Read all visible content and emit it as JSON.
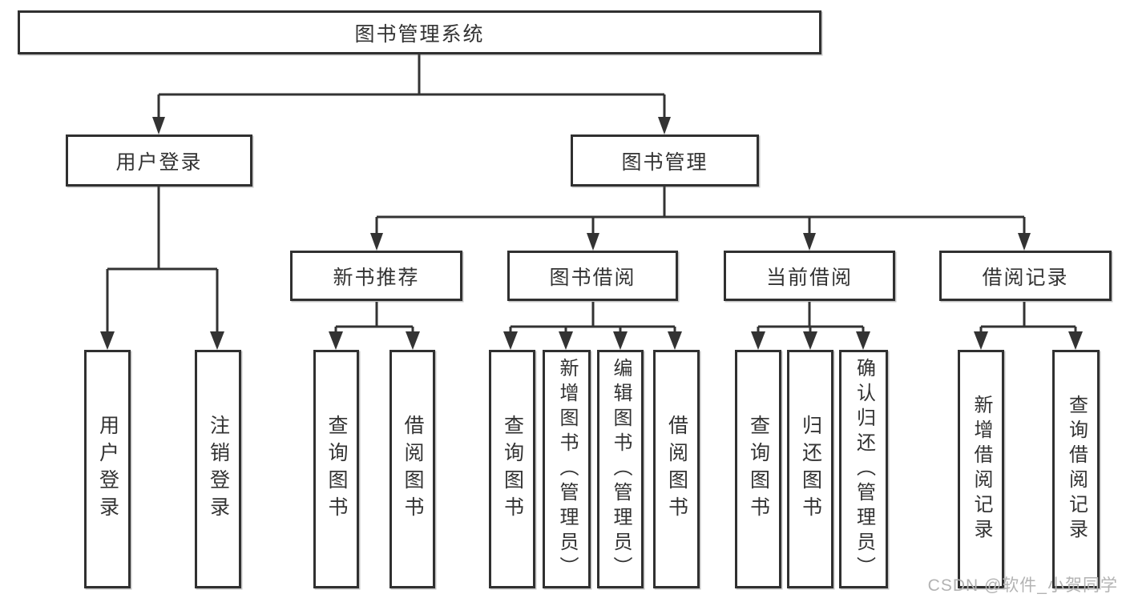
{
  "diagram": {
    "root": {
      "label": "图书管理系统"
    },
    "branches": [
      {
        "label": "用户登录",
        "children": [
          {
            "label": "用户登录"
          },
          {
            "label": "注销登录"
          }
        ]
      },
      {
        "label": "图书管理",
        "children": [
          {
            "label": "新书推荐",
            "children": [
              {
                "label": "查询图书"
              },
              {
                "label": "借阅图书"
              }
            ]
          },
          {
            "label": "图书借阅",
            "children": [
              {
                "label": "查询图书"
              },
              {
                "label": "新增图书（管理员）"
              },
              {
                "label": "编辑图书（管理员）"
              },
              {
                "label": "借阅图书"
              }
            ]
          },
          {
            "label": "当前借阅",
            "children": [
              {
                "label": "查询图书"
              },
              {
                "label": "归还图书"
              },
              {
                "label": "确认归还（管理员）"
              }
            ]
          },
          {
            "label": "借阅记录",
            "children": [
              {
                "label": "新增借阅记录"
              },
              {
                "label": "查询借阅记录"
              }
            ]
          }
        ]
      }
    ]
  },
  "watermark": {
    "text": "CSDN @软件_小贺同学"
  },
  "colors": {
    "line": "#333333",
    "box_border": "#303030",
    "box_background": "#ffffff",
    "text": "#333333",
    "watermark": "#b3b3b3",
    "background": "#ffffff"
  }
}
